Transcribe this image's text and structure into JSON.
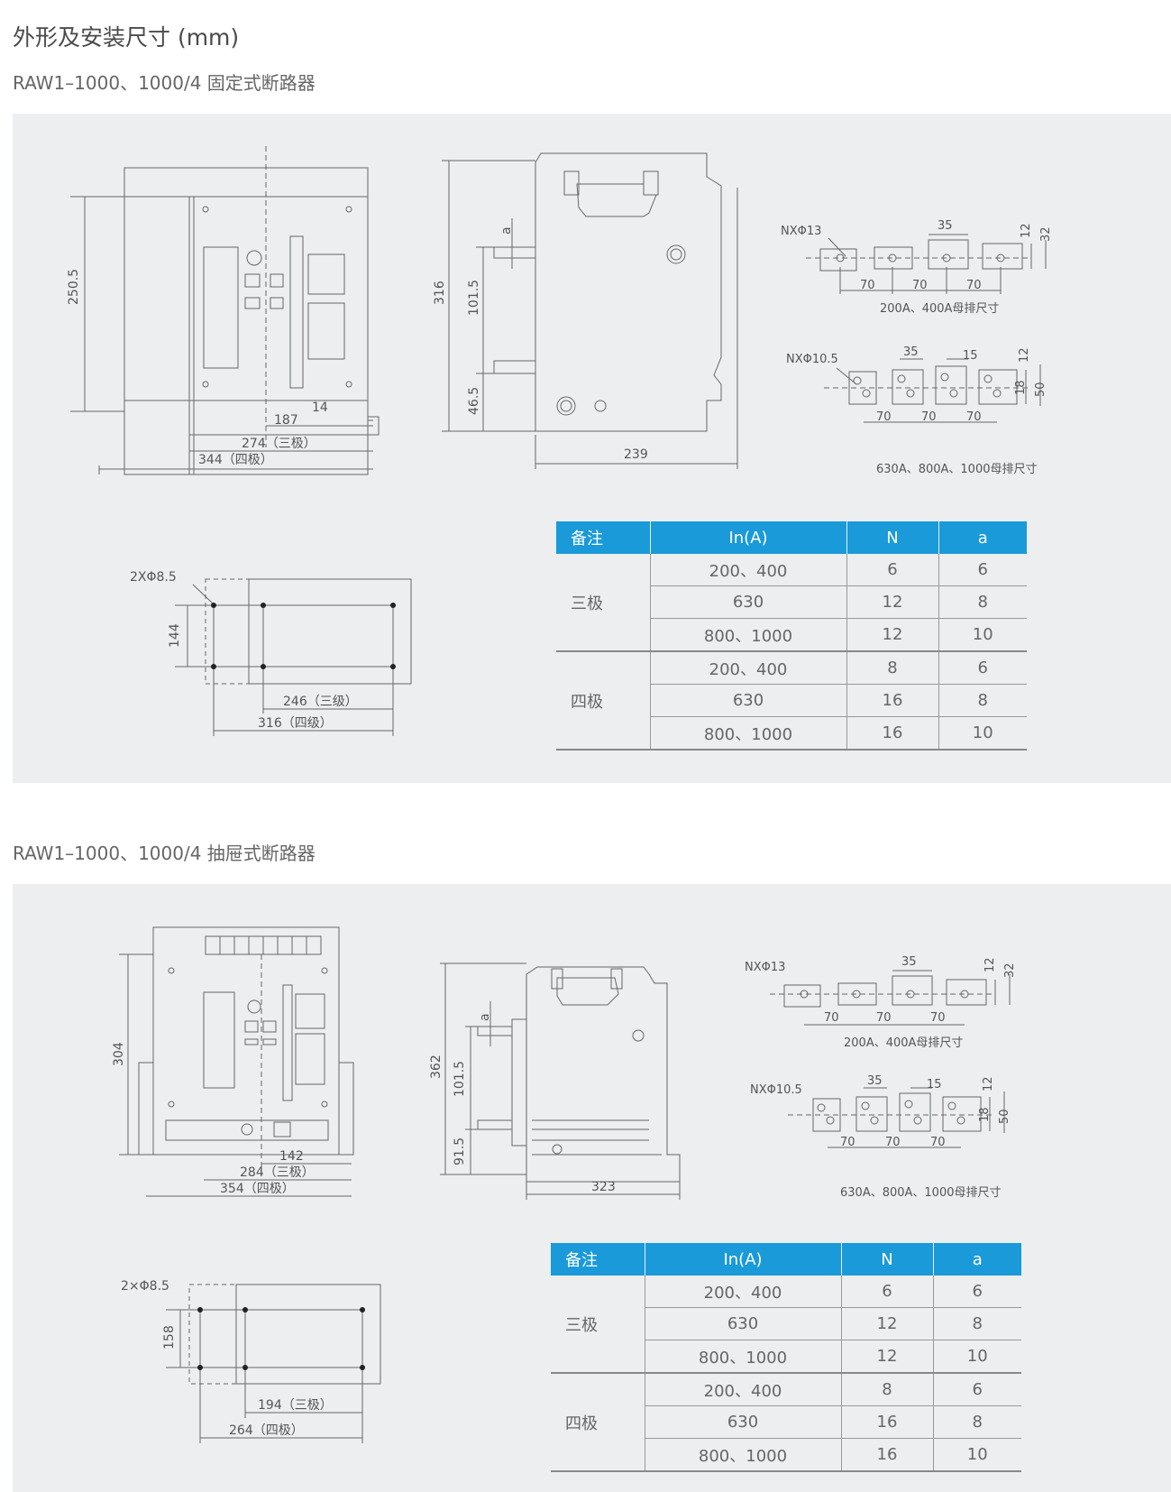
{
  "page_title": "外形及安装尺寸 (mm)",
  "sections": [
    {
      "title": "RAW1–1000、1000/4 固定式断路器",
      "front_view": {
        "height": "250.5",
        "d187": "187",
        "d14": "14",
        "w274": "274（三极）",
        "w344": "344（四极）"
      },
      "side_view": {
        "a": "a",
        "h316": "316",
        "h101": "101.5",
        "h46": "46.5",
        "w239": "239"
      },
      "busbar_small": {
        "hole": "NXΦ13",
        "pitch": "35",
        "t12": "12",
        "t32": "32",
        "d1": "70",
        "d2": "70",
        "d3": "70",
        "caption": "200A、400A母排尺寸"
      },
      "busbar_large": {
        "hole": "NXΦ10.5",
        "pitch": "35",
        "t15": "15",
        "t12": "12",
        "t18": "18",
        "t50": "50",
        "d1": "70",
        "d2": "70",
        "d3": "70",
        "caption": "630A、800A、1000母排尺寸"
      },
      "mounting": {
        "holes": "2XΦ8.5",
        "h": "144",
        "w3": "246（三级）",
        "w4": "316（四级）"
      },
      "table": {
        "headers": [
          "备注",
          "In(A)",
          "N",
          "a"
        ],
        "groups": [
          {
            "pole": "三极",
            "rows": [
              [
                "200、400",
                "6",
                "6"
              ],
              [
                "630",
                "12",
                "8"
              ],
              [
                "800、1000",
                "12",
                "10"
              ]
            ]
          },
          {
            "pole": "四极",
            "rows": [
              [
                "200、400",
                "8",
                "6"
              ],
              [
                "630",
                "16",
                "8"
              ],
              [
                "800、1000",
                "16",
                "10"
              ]
            ]
          }
        ]
      }
    },
    {
      "title": "RAW1–1000、1000/4 抽屉式断路器",
      "front_view": {
        "height": "304",
        "d142": "142",
        "w284": "284（三极）",
        "w354": "354（四极）"
      },
      "side_view": {
        "a": "a",
        "h362": "362",
        "h101": "101.5",
        "h91": "91.5",
        "w323": "323"
      },
      "busbar_small": {
        "hole": "NXΦ13",
        "pitch": "35",
        "t12": "12",
        "t32": "32",
        "d1": "70",
        "d2": "70",
        "d3": "70",
        "caption": "200A、400A母排尺寸"
      },
      "busbar_large": {
        "hole": "NXΦ10.5",
        "pitch": "35",
        "t15": "15",
        "t12": "12",
        "t18": "18",
        "t50": "50",
        "d1": "70",
        "d2": "70",
        "d3": "70",
        "caption": "630A、800A、1000母排尺寸"
      },
      "mounting": {
        "holes": "2×Φ8.5",
        "h": "158",
        "w3": "194（三极）",
        "w4": "264（四极）"
      },
      "table": {
        "headers": [
          "备注",
          "In(A)",
          "N",
          "a"
        ],
        "groups": [
          {
            "pole": "三极",
            "rows": [
              [
                "200、400",
                "6",
                "6"
              ],
              [
                "630",
                "12",
                "8"
              ],
              [
                "800、1000",
                "12",
                "10"
              ]
            ]
          },
          {
            "pole": "四极",
            "rows": [
              [
                "200、400",
                "8",
                "6"
              ],
              [
                "630",
                "16",
                "8"
              ],
              [
                "800、1000",
                "16",
                "10"
              ]
            ]
          }
        ]
      }
    }
  ]
}
